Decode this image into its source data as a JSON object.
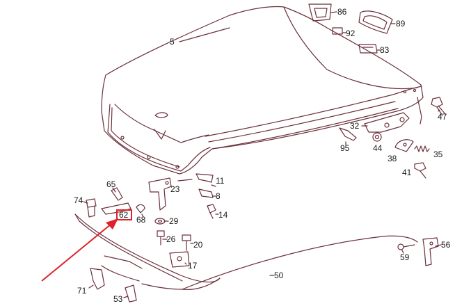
{
  "parts": [
    {
      "id": "hood",
      "label": "5"
    },
    {
      "id": "p86",
      "label": "86"
    },
    {
      "id": "p89",
      "label": "89"
    },
    {
      "id": "p92",
      "label": "92"
    },
    {
      "id": "p83",
      "label": "83"
    },
    {
      "id": "p47",
      "label": "47"
    },
    {
      "id": "p32",
      "label": "32"
    },
    {
      "id": "p95",
      "label": "95"
    },
    {
      "id": "p44",
      "label": "44"
    },
    {
      "id": "p38",
      "label": "38"
    },
    {
      "id": "p35",
      "label": "35"
    },
    {
      "id": "p41",
      "label": "41"
    },
    {
      "id": "p11",
      "label": "11"
    },
    {
      "id": "p8",
      "label": "8"
    },
    {
      "id": "p23",
      "label": "23"
    },
    {
      "id": "p14",
      "label": "14"
    },
    {
      "id": "p65",
      "label": "65"
    },
    {
      "id": "p74",
      "label": "74"
    },
    {
      "id": "p62",
      "label": "62"
    },
    {
      "id": "p68",
      "label": "68"
    },
    {
      "id": "p29",
      "label": "29"
    },
    {
      "id": "p26",
      "label": "26"
    },
    {
      "id": "p20",
      "label": "20"
    },
    {
      "id": "p17",
      "label": "17"
    },
    {
      "id": "p56",
      "label": "56"
    },
    {
      "id": "p59",
      "label": "59"
    },
    {
      "id": "p50",
      "label": "50"
    },
    {
      "id": "p71",
      "label": "71"
    },
    {
      "id": "p53",
      "label": "53"
    }
  ],
  "highlight": {
    "part": "62",
    "box_color": "#e0202a",
    "arrow_color": "#e0202a"
  },
  "colors": {
    "line": "#6a2f3a",
    "text": "#1a1a1a"
  }
}
